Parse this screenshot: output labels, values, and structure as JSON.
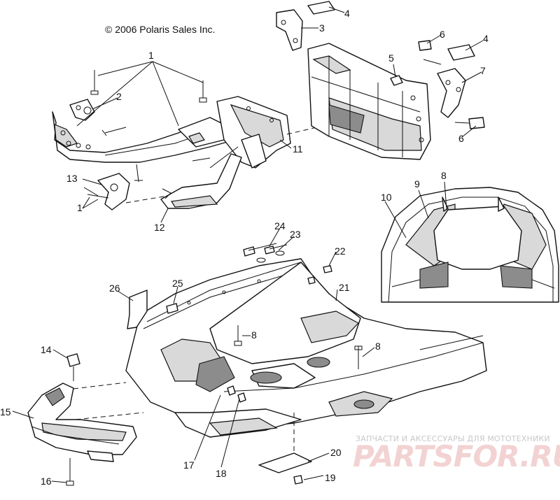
{
  "copyright": "© 2006 Polaris Sales Inc.",
  "watermark": {
    "subtitle": "ЗАПЧАСТИ И АКСЕССУАРЫ ДЛЯ МОТОТЕХНИКИ",
    "logo": "PARTSFOR.RU",
    "color": "#f2d2d2"
  },
  "callouts": [
    {
      "id": "c1a",
      "label": "1"
    },
    {
      "id": "c1b",
      "label": "1"
    },
    {
      "id": "c2",
      "label": "2"
    },
    {
      "id": "c3",
      "label": "3"
    },
    {
      "id": "c4a",
      "label": "4"
    },
    {
      "id": "c4b",
      "label": "4"
    },
    {
      "id": "c5",
      "label": "5"
    },
    {
      "id": "c6a",
      "label": "6"
    },
    {
      "id": "c6b",
      "label": "6"
    },
    {
      "id": "c7",
      "label": "7"
    },
    {
      "id": "c8a",
      "label": "8"
    },
    {
      "id": "c8b",
      "label": "8"
    },
    {
      "id": "c8c",
      "label": "8"
    },
    {
      "id": "c9",
      "label": "9"
    },
    {
      "id": "c10",
      "label": "10"
    },
    {
      "id": "c11",
      "label": "11"
    },
    {
      "id": "c12",
      "label": "12"
    },
    {
      "id": "c13",
      "label": "13"
    },
    {
      "id": "c14",
      "label": "14"
    },
    {
      "id": "c15",
      "label": "15"
    },
    {
      "id": "c16",
      "label": "16"
    },
    {
      "id": "c17",
      "label": "17"
    },
    {
      "id": "c18",
      "label": "18"
    },
    {
      "id": "c19",
      "label": "19"
    },
    {
      "id": "c20",
      "label": "20"
    },
    {
      "id": "c21",
      "label": "21"
    },
    {
      "id": "c22",
      "label": "22"
    },
    {
      "id": "c23",
      "label": "23"
    },
    {
      "id": "c24",
      "label": "24"
    },
    {
      "id": "c25",
      "label": "25"
    },
    {
      "id": "c26",
      "label": "26"
    }
  ]
}
